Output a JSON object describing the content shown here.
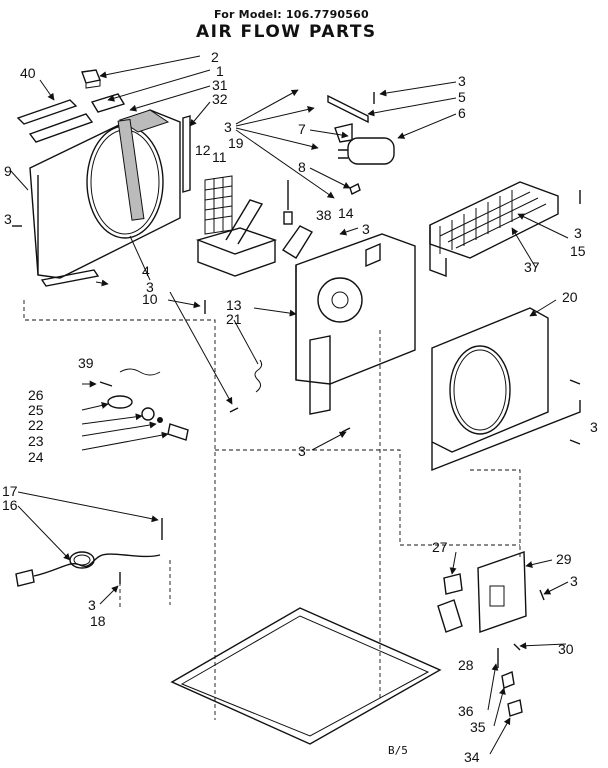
{
  "header": {
    "model_line": "For Model: 106.7790560",
    "title": "AIR FLOW PARTS"
  },
  "footer": {
    "page_code": "B/5"
  },
  "callouts": {
    "c2": "2",
    "c1": "1",
    "c31": "31",
    "c32": "32",
    "c40": "40",
    "c3a": "3",
    "c5": "5",
    "c6": "6",
    "c3b": "3",
    "c7": "7",
    "c19": "19",
    "c12": "12",
    "c11": "11",
    "c8": "8",
    "c9": "9",
    "c38": "38",
    "c14": "14",
    "c3c": "3",
    "c3d": "3",
    "c3e": "3",
    "c15": "15",
    "c37": "37",
    "c4": "4",
    "c3f": "3",
    "c10": "10",
    "c13": "13",
    "c21": "21",
    "c20": "20",
    "c39": "39",
    "c26": "26",
    "c25": "25",
    "c22": "22",
    "c23": "23",
    "c24": "24",
    "c3g": "3",
    "c3h": "3",
    "c17": "17",
    "c16": "16",
    "c27": "27",
    "c29": "29",
    "c3i": "3",
    "c3j": "3",
    "c18": "18",
    "c30": "30",
    "c28": "28",
    "c36": "36",
    "c35": "35",
    "c34": "34"
  }
}
